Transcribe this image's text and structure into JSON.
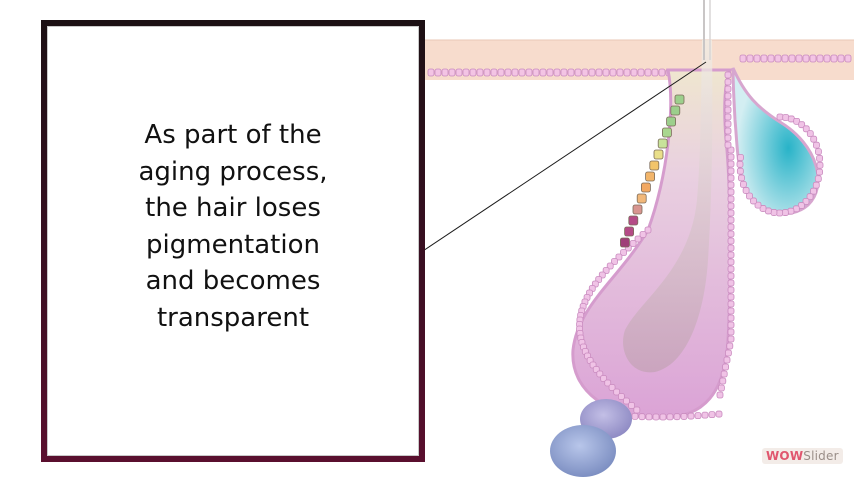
{
  "caption": {
    "text": "As part of the\naging process,\nthe hair loses\npigmentation\nand becomes\ntransparent"
  },
  "watermark": {
    "part1": "WOW",
    "part2": "Slider"
  },
  "colors": {
    "frame": "#3a0f22",
    "skin": "#f6dccf",
    "epidermis_cells": "#f3c4e4",
    "follicle_bulb": "#e4b0dd",
    "sebaceous_gland": "#30b6c8",
    "papilla": "#a9a6d6",
    "melanocyte_green": "#9ccf8c",
    "melanocyte_orange": "#f2b56a",
    "melanocyte_purple": "#b44a86"
  }
}
